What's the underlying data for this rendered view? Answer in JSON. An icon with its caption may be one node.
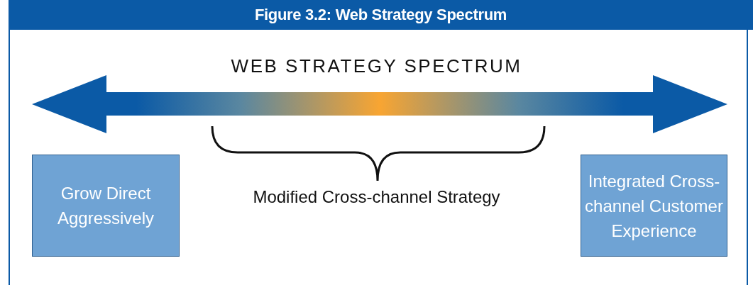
{
  "diagram": {
    "title": "Figure 3.2: Web Strategy Spectrum",
    "nodes": [
      {
        "text": [
          "Grow Direct Aggressively"
        ]
      },
      {
        "text": [
          "Integrated Cross-channel Customer Experience"
        ]
      }
    ],
    "labels": [
      "WEB STRATEGY SPECTRUM",
      "Modified Cross-channel Strategy"
    ]
  }
}
